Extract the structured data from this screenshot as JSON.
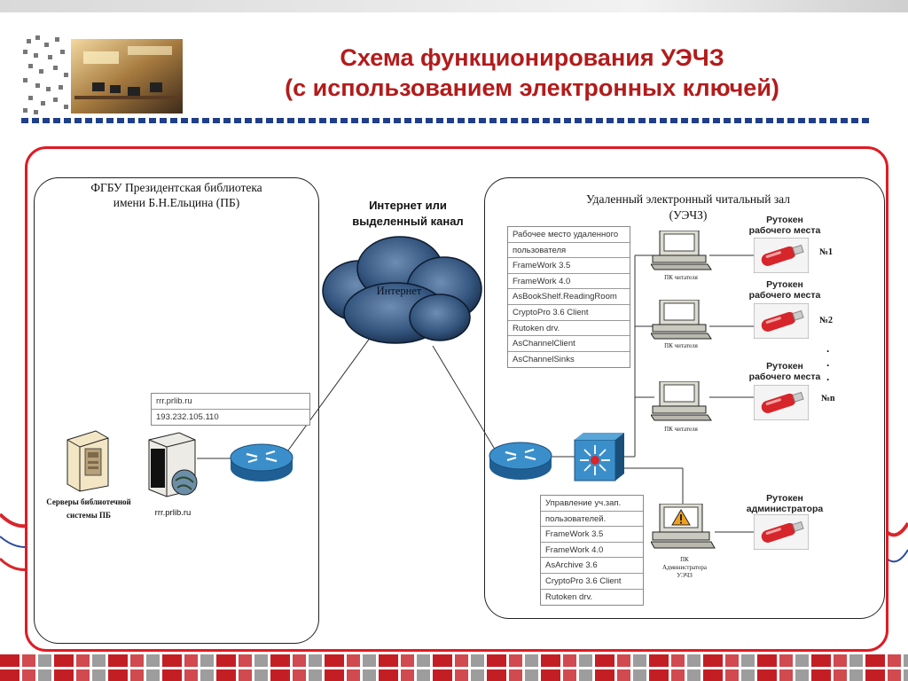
{
  "slide": {
    "title_line1": "Схема функционирования УЭЧЗ",
    "title_line2": "(с использованием электронных ключей)",
    "colors": {
      "title": "#b31b1b",
      "frame": "#e01b24",
      "cloud": "#2b4a70",
      "router": "#2f7fb8",
      "rutoken": "#d6262b"
    }
  },
  "left_panel": {
    "title_line1": "ФГБУ Президентская библиотека",
    "title_line2": "имени Б.Н.Ельцина (ПБ)",
    "server_info": [
      "rrr.prlib.ru",
      "193.232.105.110"
    ],
    "servers_label_line1": "Серверы библиотечной",
    "servers_label_line2": "системы ПБ",
    "server_name": "rrr.prlib.ru"
  },
  "internet": {
    "label_line1": "Интернет или",
    "label_line2": "выделенный канал",
    "cloud_label": "Интернет"
  },
  "right_panel": {
    "title_line1": "Удаленный электронный читальный зал",
    "title_line2": "(УЭЧЗ)",
    "workstation_software": [
      "Рабочее место удаленного",
      "пользователя",
      "FrameWork 3.5",
      "FrameWork 4.0",
      "AsBookShelf.ReadingRoom",
      "CryptoPro 3.6 Client",
      "Rutoken drv.",
      "AsChannelClient",
      "AsChannelSinks"
    ],
    "admin_software": [
      "Управление уч.зап.",
      "пользователей.",
      "FrameWork 3.5",
      "FrameWork 4.0",
      "AsArchive 3.6",
      "CryptoPro 3.6 Client",
      "Rutoken drv."
    ],
    "reader_pc_label": "ПК читателя",
    "rutoken_ws_line1": "Рутокен",
    "rutoken_ws_line2": "рабочего места",
    "numbers": [
      "№1",
      "№2",
      "№n"
    ],
    "dots": ".",
    "admin_pc_line1": "ПК",
    "admin_pc_line2": "Администратора",
    "admin_pc_line3": "УЭЧЗ",
    "rutoken_admin_line1": "Рутокен",
    "rutoken_admin_line2": "администратора"
  }
}
